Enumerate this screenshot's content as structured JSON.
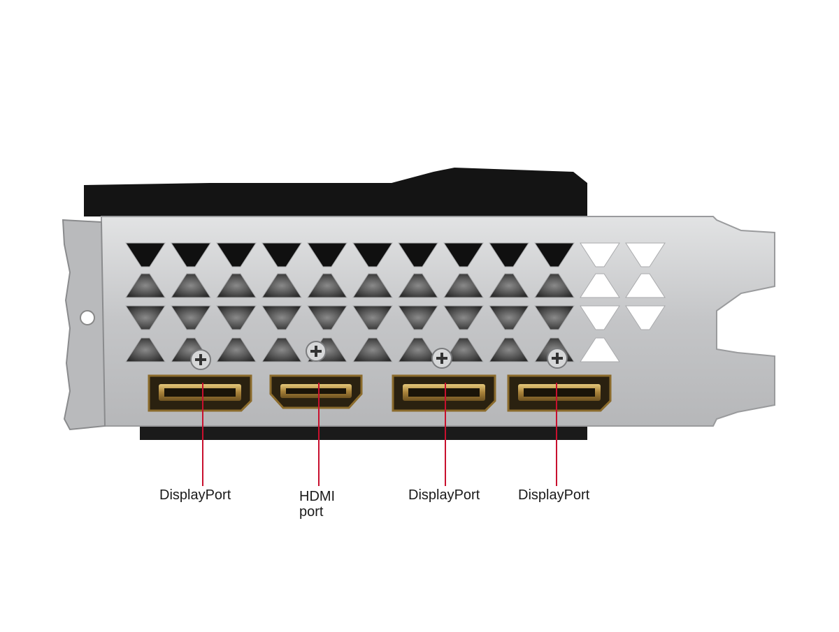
{
  "image": {
    "subject": "graphics card rear I/O bracket",
    "colors": {
      "bracket": "#c9cacb",
      "bracket_edge": "#8f9092",
      "shroud": "#161616",
      "port_gold": "#c8a85a",
      "leader_line": "#c8102e",
      "label_text": "#1a1a1a"
    }
  },
  "ports": [
    {
      "type_icon": "displayport-icon",
      "label": "DisplayPort"
    },
    {
      "type_icon": "hdmi-icon",
      "label_line1": "HDMI",
      "label_line2": "port"
    },
    {
      "type_icon": "displayport-icon",
      "label": "DisplayPort"
    },
    {
      "type_icon": "displayport-icon",
      "label": "DisplayPort"
    }
  ]
}
